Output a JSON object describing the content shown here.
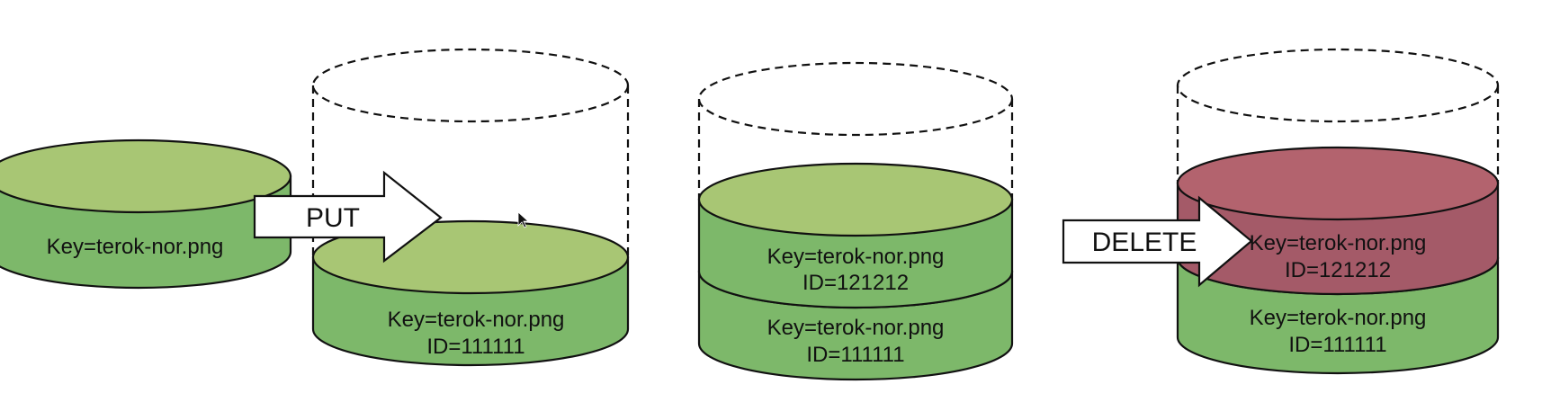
{
  "diagram": {
    "standalone_object": {
      "label": "Key=terok-nor.png"
    },
    "put_arrow": {
      "label": "PUT"
    },
    "bucket_1": {
      "objects": [
        {
          "key": "Key=terok-nor.png",
          "id": "ID=111111"
        }
      ]
    },
    "bucket_2": {
      "objects": [
        {
          "key": "Key=terok-nor.png",
          "id": "ID=121212"
        },
        {
          "key": "Key=terok-nor.png",
          "id": "ID=111111"
        }
      ]
    },
    "delete_arrow": {
      "label": "DELETE"
    },
    "bucket_3": {
      "objects": [
        {
          "key": "Key=terok-nor.png",
          "id": "ID=121212",
          "state": "delete-marker"
        },
        {
          "key": "Key=terok-nor.png",
          "id": "ID=111111"
        }
      ]
    },
    "colors": {
      "object_side": "#7db86a",
      "object_top": "#a8c674",
      "marker_side": "#a45a68",
      "marker_top": "#b3636e",
      "outline": "#111111",
      "background": "#ffffff"
    }
  }
}
